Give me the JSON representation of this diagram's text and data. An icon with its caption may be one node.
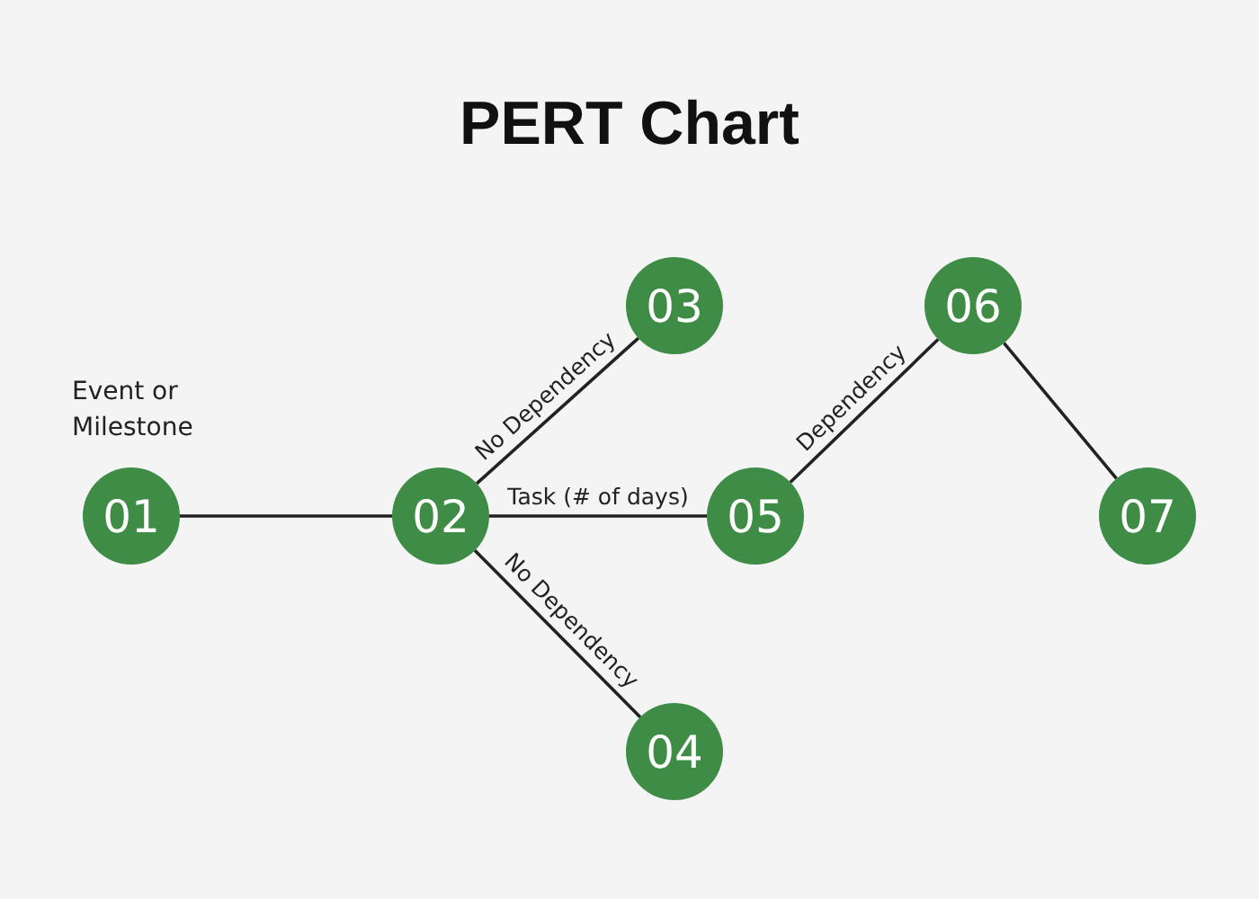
{
  "diagram": {
    "title": "PERT Chart",
    "nodes": [
      {
        "text": [
          "01"
        ],
        "beside": [
          "Event or Milestone"
        ]
      },
      {
        "text": [
          "02"
        ]
      },
      {
        "text": [
          "03"
        ]
      },
      {
        "text": [
          "04"
        ]
      },
      {
        "text": [
          "05"
        ]
      },
      {
        "text": [
          "06"
        ]
      },
      {
        "text": [
          "07"
        ]
      }
    ],
    "edges": [
      {
        "from": 0,
        "to": 1,
        "arrow": "none"
      },
      {
        "from": 1,
        "to": 2,
        "arrow": "none",
        "label": "No Dependency"
      },
      {
        "from": 1,
        "to": 4,
        "arrow": "none",
        "label": "Task (# of days)"
      },
      {
        "from": 1,
        "to": 3,
        "arrow": "none",
        "label": "No Dependency"
      },
      {
        "from": 4,
        "to": 5,
        "arrow": "none",
        "label": "Dependency"
      },
      {
        "from": 5,
        "to": 6,
        "arrow": "none"
      }
    ]
  }
}
